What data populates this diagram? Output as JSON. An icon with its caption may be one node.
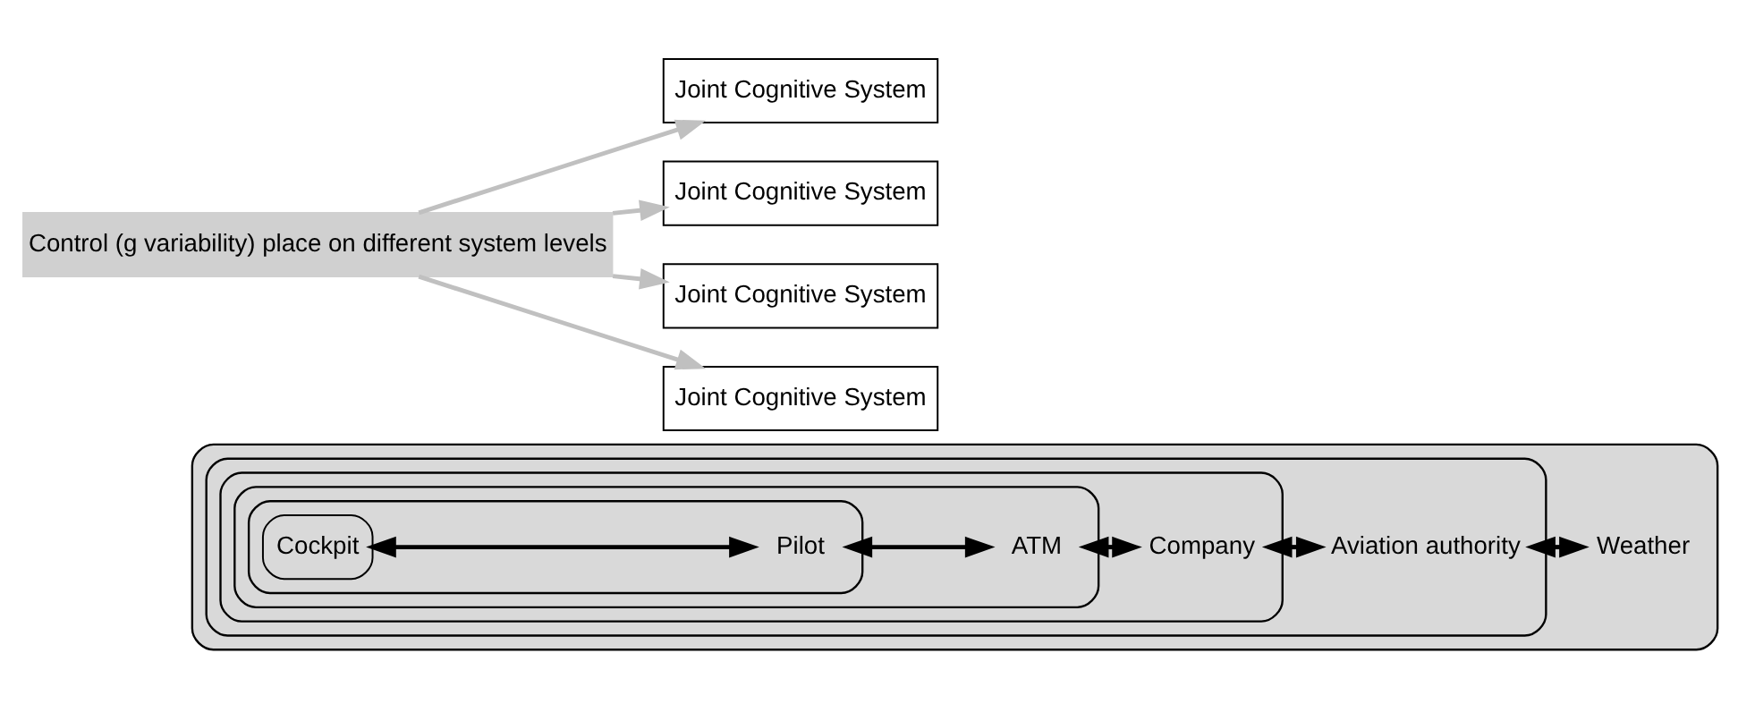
{
  "diagram": {
    "nodes": [
      {
        "text": [],
        "shape": "box"
      },
      {
        "text": [],
        "shape": "box",
        "in": 0
      },
      {
        "text": [],
        "shape": "box",
        "in": 1
      },
      {
        "text": [],
        "shape": "box",
        "in": 2
      },
      {
        "text": [],
        "shape": "box",
        "in": 3
      },
      {
        "text": [
          "Cockpit"
        ],
        "in": 4
      },
      {
        "text": [
          "Pilot"
        ],
        "in": 4
      },
      {
        "text": [
          "ATM"
        ],
        "in": 3
      },
      {
        "text": [
          "Company"
        ],
        "in": 2
      },
      {
        "text": [
          "Aviation authority"
        ],
        "in": 1
      },
      {
        "text": [
          "Weather"
        ],
        "in": 0
      },
      {
        "text": [
          "Joint Cognitive System"
        ]
      },
      {
        "text": [
          "Joint Cognitive System"
        ]
      },
      {
        "text": [
          "Joint Cognitive System"
        ]
      },
      {
        "text": [
          "Joint Cognitive System"
        ]
      },
      {
        "text": [
          "Control (g variability) place on different system levels"
        ]
      }
    ],
    "edges": [
      {
        "from": 5,
        "to": 6,
        "arrow": "both"
      },
      {
        "from": 6,
        "to": 7,
        "arrow": "both"
      },
      {
        "from": 7,
        "to": 8,
        "arrow": "both"
      },
      {
        "from": 8,
        "to": 9,
        "arrow": "both"
      },
      {
        "from": 9,
        "to": 10,
        "arrow": "both"
      },
      {
        "from": 15,
        "to": 11,
        "arrow": "to",
        "color": "#c0c0c0"
      },
      {
        "from": 15,
        "to": 12,
        "arrow": "to",
        "color": "#c0c0c0"
      },
      {
        "from": 15,
        "to": 13,
        "arrow": "to",
        "color": "#c0c0c0"
      },
      {
        "from": 15,
        "to": 14,
        "arrow": "to",
        "color": "#c0c0c0"
      }
    ]
  }
}
